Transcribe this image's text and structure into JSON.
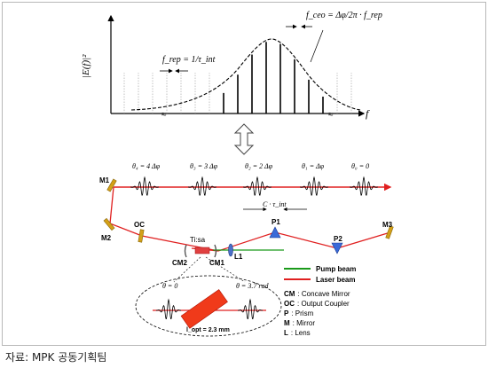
{
  "caption": "자료: MPK 공동기획팀",
  "spectrum": {
    "ylabel": "|E(f)|²",
    "xlabel": "f",
    "frep_label": "f_rep = 1/τ_int",
    "fceo_label": "f_ceo = Δφ/2π · f_rep"
  },
  "pulse_train": {
    "phases": [
      "θ₄ = 4 Δφ",
      "θ₃ = 3 Δφ",
      "θ₂ = 2 Δφ",
      "θ₁ = Δφ",
      "θ₀ = 0"
    ],
    "spacing_label": "C · τ_int"
  },
  "components": {
    "m1": "M1",
    "m2": "M2",
    "m3": "M3",
    "oc": "OC",
    "tisa": "Ti:sa",
    "cm2": "CM2",
    "cm1": "CM1",
    "l1": "L1",
    "p1": "P1",
    "p2": "P2"
  },
  "inset": {
    "theta_in": "θ = 0",
    "theta_out": "θ = 3.7 rad",
    "length": "l_opt = 2.3 mm"
  },
  "legend": {
    "pump": "Pump beam",
    "laser": "Laser beam",
    "pump_color": "#1a9a1a",
    "laser_color": "#e02020"
  },
  "key": [
    {
      "abbr": "CM",
      "desc": ": Concave Mirror"
    },
    {
      "abbr": "OC",
      "desc": ": Output Coupler"
    },
    {
      "abbr": "P",
      "desc": ": Prism"
    },
    {
      "abbr": "M",
      "desc": ": Mirror"
    },
    {
      "abbr": "L",
      "desc": ": Lens"
    }
  ]
}
